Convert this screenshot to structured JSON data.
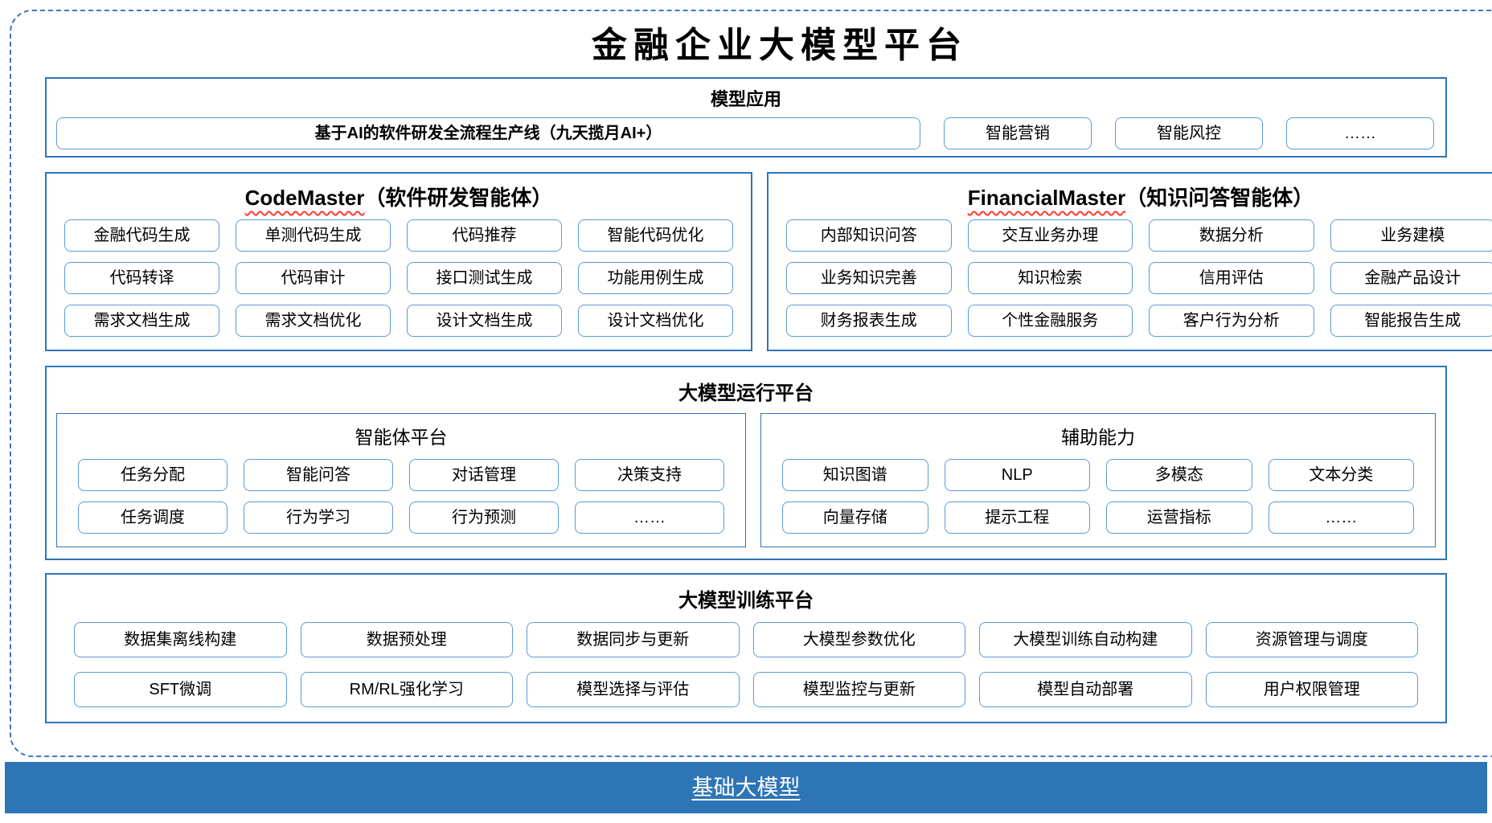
{
  "page": {
    "title": "金融企业大模型平台"
  },
  "colors": {
    "section_border": "#2E75B6",
    "item_border": "#5B9BD5",
    "outer_dashed_border": "#4472C4",
    "foundation_bar_bg": "#2E75B6",
    "foundation_bar_text": "#FFFFFF",
    "spellcheck_squiggle": "#FF3B30"
  },
  "model_app": {
    "header": "模型应用",
    "main_item": "基于AI的软件研发全流程生产线（九天揽月AI+）",
    "items": [
      "智能营销",
      "智能风控",
      "……"
    ]
  },
  "code_master": {
    "title_en": "CodeMaster",
    "title_zh": "（软件研发智能体）",
    "items": [
      "金融代码生成",
      "单测代码生成",
      "代码推荐",
      "智能代码优化",
      "代码转译",
      "代码审计",
      "接口测试生成",
      "功能用例生成",
      "需求文档生成",
      "需求文档优化",
      "设计文档生成",
      "设计文档优化"
    ]
  },
  "financial_master": {
    "title_en": "FinancialMaster",
    "title_zh": "（知识问答智能体）",
    "items": [
      "内部知识问答",
      "交互业务办理",
      "数据分析",
      "业务建模",
      "业务知识完善",
      "知识检索",
      "信用评估",
      "金融产品设计",
      "财务报表生成",
      "个性金融服务",
      "客户行为分析",
      "智能报告生成"
    ]
  },
  "runtime": {
    "header": "大模型运行平台",
    "agent_platform": {
      "title": "智能体平台",
      "items": [
        "任务分配",
        "智能问答",
        "对话管理",
        "决策支持",
        "任务调度",
        "行为学习",
        "行为预测",
        "……"
      ]
    },
    "aux": {
      "title": "辅助能力",
      "items": [
        "知识图谱",
        "NLP",
        "多模态",
        "文本分类",
        "向量存储",
        "提示工程",
        "运营指标",
        "……"
      ]
    }
  },
  "training": {
    "header": "大模型训练平台",
    "items": [
      "数据集离线构建",
      "数据预处理",
      "数据同步与更新",
      "大模型参数优化",
      "大模型训练自动构建",
      "资源管理与调度",
      "SFT微调",
      "RM/RL强化学习",
      "模型选择与评估",
      "模型监控与更新",
      "模型自动部署",
      "用户权限管理"
    ]
  },
  "foundation": {
    "label": "基础大模型"
  }
}
